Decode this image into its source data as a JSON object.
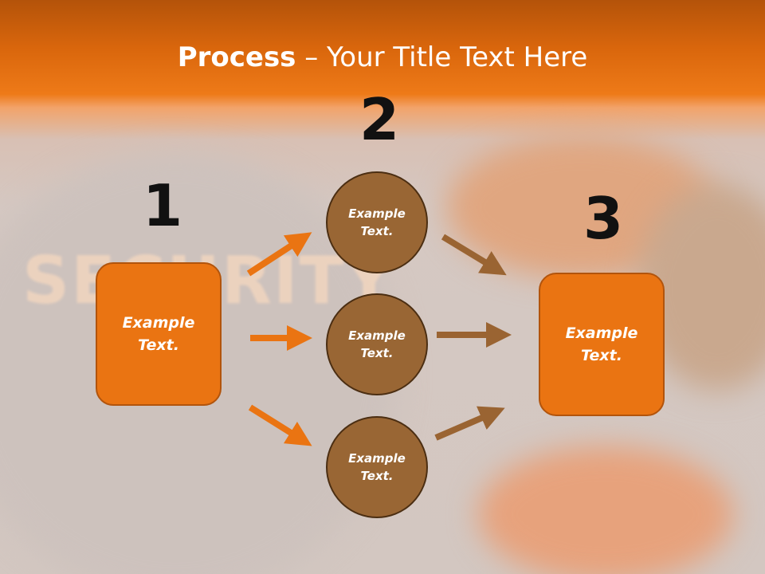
{
  "title": {
    "bold": "Process",
    "rest": " – Your Title Text Here"
  },
  "watermark": "SECURITY",
  "steps": [
    {
      "number": "1",
      "text": "Example\nText."
    },
    {
      "number": "2",
      "items": [
        "Example\nText.",
        "Example\nText.",
        "Example\nText."
      ]
    },
    {
      "number": "3",
      "text": "Example\nText."
    }
  ],
  "colors": {
    "orange": "#ea7412",
    "brown": "#996634",
    "arrow_orange": "#ea7412",
    "arrow_brown": "#9a6432"
  }
}
